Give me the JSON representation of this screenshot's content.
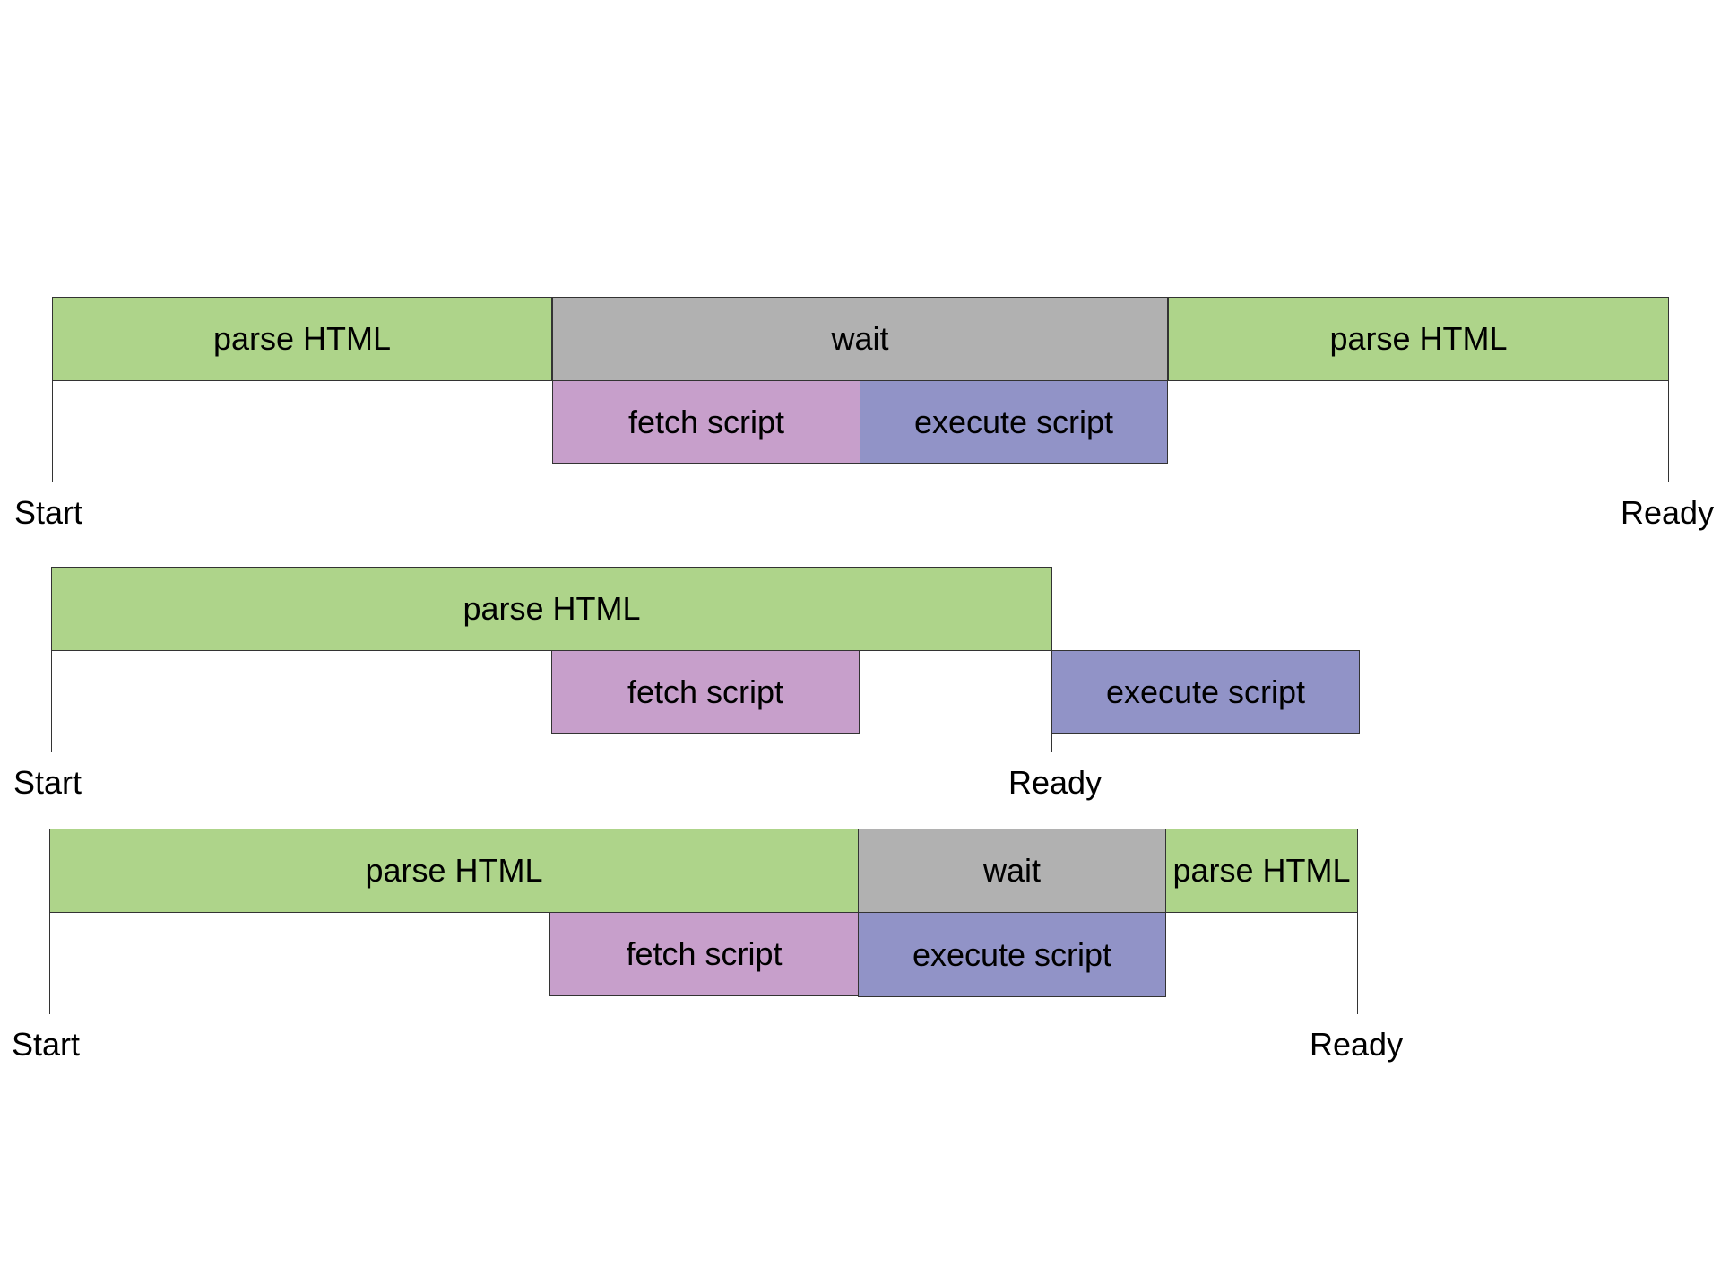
{
  "colors": {
    "parse": "#aed48a",
    "wait": "#b1b1b1",
    "fetch": "#c79fcb",
    "execute": "#9193c7",
    "line": "#333333"
  },
  "rows": [
    {
      "blocks": [
        {
          "label": "parse HTML",
          "kind": "parse"
        },
        {
          "label": "wait",
          "kind": "wait"
        },
        {
          "label": "parse HTML",
          "kind": "parse"
        },
        {
          "label": "fetch script",
          "kind": "fetch"
        },
        {
          "label": "execute script",
          "kind": "execute"
        }
      ],
      "markers": [
        {
          "label": "Start"
        },
        {
          "label": "Ready"
        }
      ]
    },
    {
      "blocks": [
        {
          "label": "parse HTML",
          "kind": "parse"
        },
        {
          "label": "fetch script",
          "kind": "fetch"
        },
        {
          "label": "execute script",
          "kind": "execute"
        }
      ],
      "markers": [
        {
          "label": "Start"
        },
        {
          "label": "Ready"
        }
      ]
    },
    {
      "blocks": [
        {
          "label": "parse HTML",
          "kind": "parse"
        },
        {
          "label": "wait",
          "kind": "wait"
        },
        {
          "label": "parse HTML",
          "kind": "parse"
        },
        {
          "label": "fetch script",
          "kind": "fetch"
        },
        {
          "label": "execute script",
          "kind": "execute"
        }
      ],
      "markers": [
        {
          "label": "Start"
        },
        {
          "label": "Ready"
        }
      ]
    }
  ]
}
